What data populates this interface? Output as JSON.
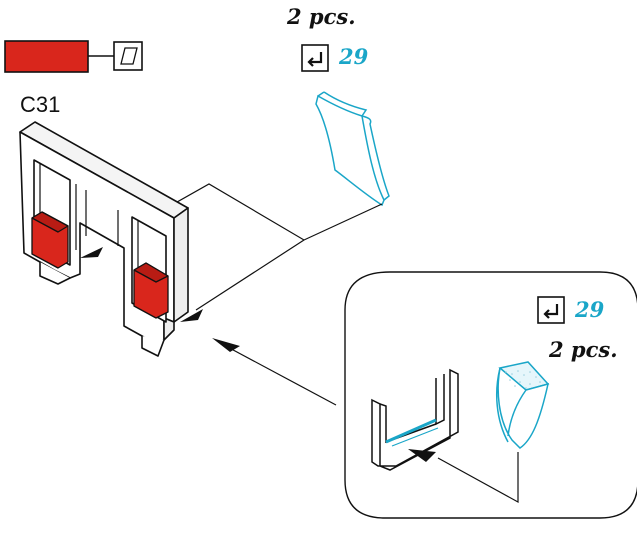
{
  "top_callout": {
    "quantity": "2 pcs.",
    "step_number": "29"
  },
  "detail_callout": {
    "quantity": "2 pcs.",
    "step_number": "29"
  },
  "part": {
    "label": "C31"
  },
  "colors": {
    "part_red": "#d9261c",
    "accent_cyan": "#1aa6c8",
    "line": "#111111"
  },
  "icons": {
    "step_ref": "return-arrow-icon",
    "part_view": "parallelogram-icon"
  }
}
